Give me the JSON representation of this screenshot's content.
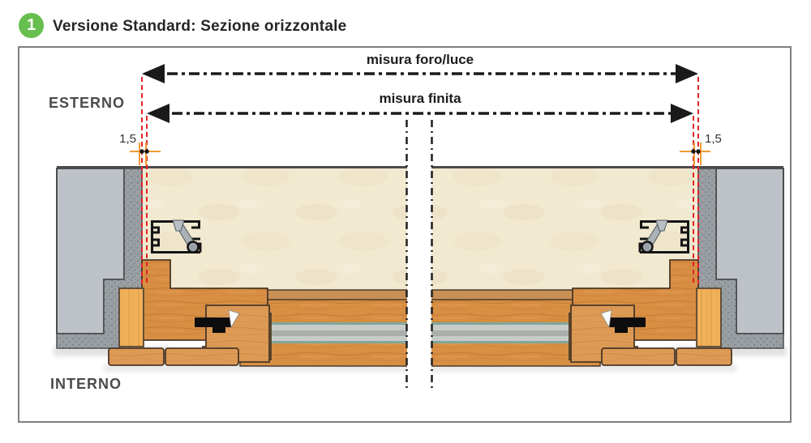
{
  "header": {
    "badge": "1",
    "title": "Versione Standard: Sezione orizzontale"
  },
  "diagram": {
    "labels": {
      "dim_outer": "misura foro/luce",
      "dim_inner": "misura finita",
      "side_top": "ESTERNO",
      "side_bottom": "INTERNO",
      "gap_left": "1,5",
      "gap_right": "1,5"
    },
    "colors": {
      "accent_green": "#66bf4e",
      "dimension_red": "#e02525",
      "tick_orange": "#f09a30",
      "wall_gray": "#bcc2c7",
      "plaster_gray": "#9aa0a4",
      "cavity_beige": "#f2e9d1",
      "wood_orange": "#d88f44",
      "wood_light": "#f0b159",
      "core_gray": "#c8ccc8",
      "core_teal": "#7fa69d",
      "line_black": "#1f1f1f"
    }
  }
}
